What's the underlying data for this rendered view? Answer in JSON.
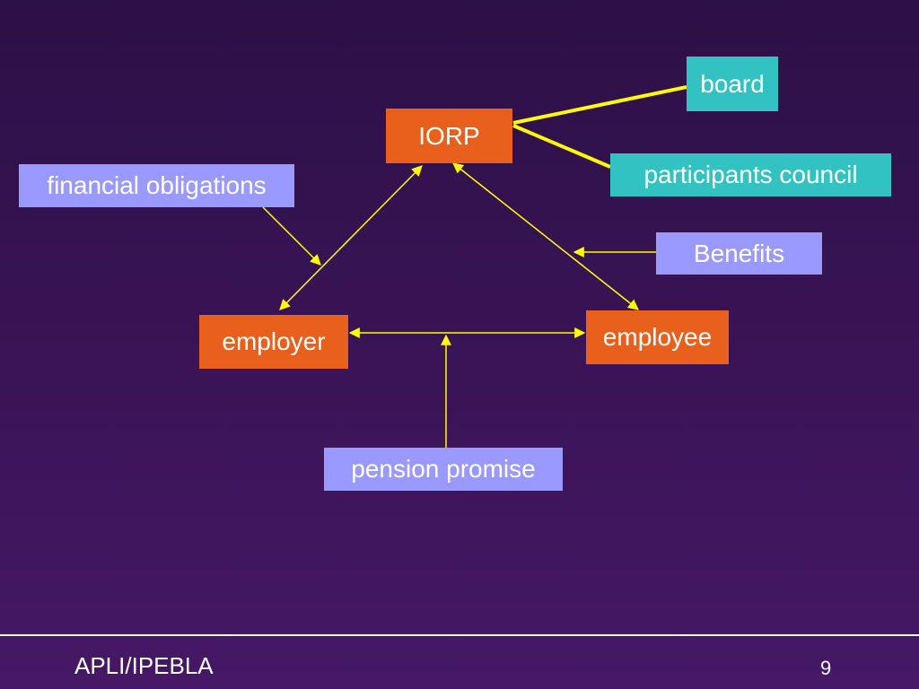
{
  "slide": {
    "nodes": {
      "iorp": "IORP",
      "board": "board",
      "participants_council": "participants council",
      "financial_obligations": "financial obligations",
      "benefits": "Benefits",
      "employer": "employer",
      "employee": "employee",
      "pension_promise": "pension promise"
    },
    "footer": {
      "organization": "APLI/IPEBLA",
      "page_number": "9"
    }
  },
  "colors": {
    "background": "#3a1457",
    "party_box": "#e8601c",
    "governance_box": "#33c2c2",
    "flow_box": "#9999ff",
    "connector": "#ffff00"
  }
}
